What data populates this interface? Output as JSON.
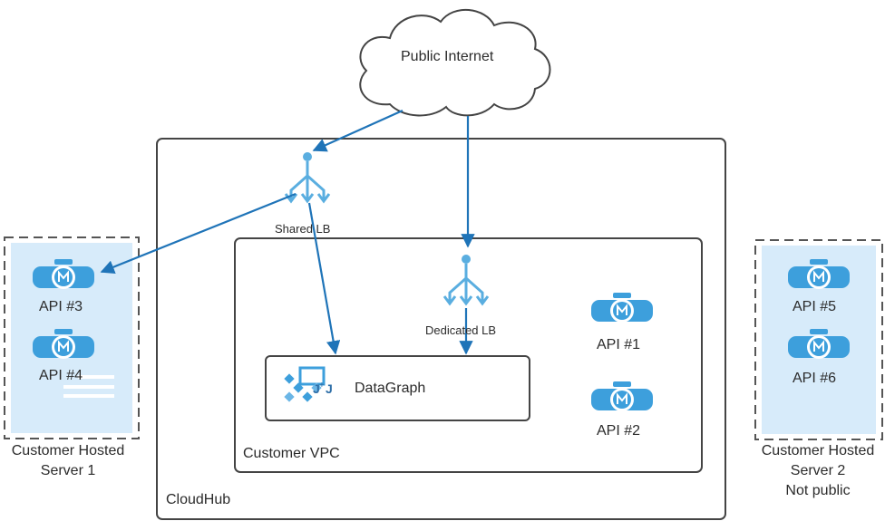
{
  "cloud": {
    "label": "Public Internet"
  },
  "cloudhub": {
    "label": "CloudHub"
  },
  "vpc": {
    "label": "Customer VPC"
  },
  "shared_lb": {
    "label": "Shared LB"
  },
  "dedicated_lb": {
    "label": "Dedicated LB"
  },
  "datagraph": {
    "label": "DataGraph"
  },
  "vpc_apis": [
    {
      "label": "API #1"
    },
    {
      "label": "API #2"
    }
  ],
  "server1": {
    "label_line1": "Customer Hosted",
    "label_line2": "Server 1",
    "apis": [
      {
        "label": "API #3"
      },
      {
        "label": "API #4"
      }
    ]
  },
  "server2": {
    "label_line1": "Customer Hosted",
    "label_line2": "Server 2",
    "label_line3": "Not public",
    "apis": [
      {
        "label": "API #5"
      },
      {
        "label": "API #6"
      }
    ]
  },
  "colors": {
    "arrow": "#1f74b8",
    "lb_icon": "#5aaee0",
    "api_icon": "#3d9fdc",
    "server_fill": "#d7ebfa",
    "box_stroke": "#444444"
  }
}
